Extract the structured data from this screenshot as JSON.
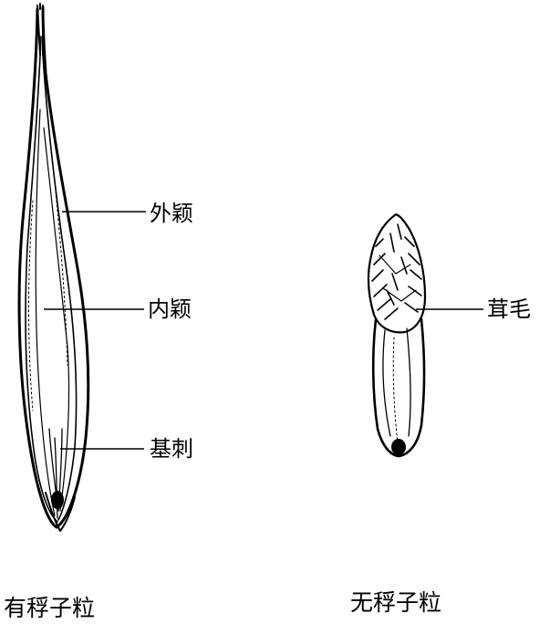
{
  "left_specimen": {
    "caption": "有稃子粒",
    "labels": {
      "outer_glume": "外颖",
      "inner_glume": "内颖",
      "basal_spine": "基刺"
    }
  },
  "right_specimen": {
    "caption": "无稃子粒",
    "labels": {
      "fluff": "茸毛"
    }
  },
  "colors": {
    "ink": "#000000",
    "paper": "#ffffff"
  }
}
